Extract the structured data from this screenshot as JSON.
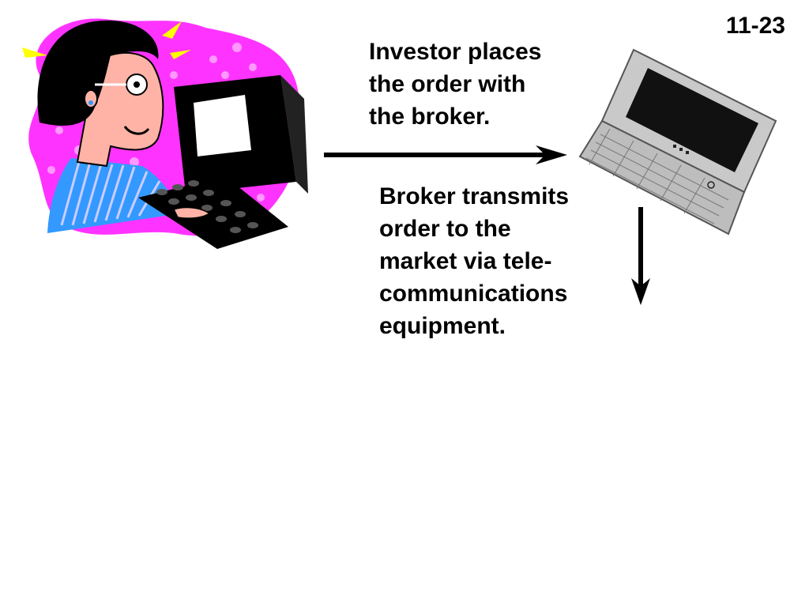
{
  "slide_number": "11-23",
  "step1": {
    "lines": [
      "Investor places",
      "the order with",
      "the broker."
    ]
  },
  "step2": {
    "lines": [
      "Broker transmits",
      "order to the",
      "market via tele-",
      "communications",
      "equipment."
    ]
  },
  "colors": {
    "blob": "#ff33ff",
    "blob_dots": "#ff99ff",
    "skin": "#ffb3a7",
    "shirt": "#3399ff",
    "shirt_stripes": "#ccccff",
    "spark": "#ffff00",
    "laptop_body": "#c9c9c9",
    "laptop_screen": "#111111"
  },
  "icons": [
    "investor-at-computer-illustration",
    "laptop-computer-illustration",
    "arrow-right-icon",
    "arrow-down-icon"
  ]
}
